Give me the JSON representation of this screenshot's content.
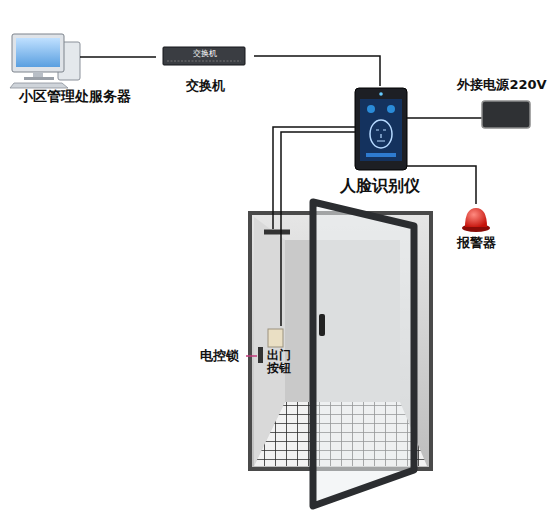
{
  "diagram": {
    "nodes": [
      {
        "text": [
          "小区管理处服务器"
        ]
      },
      {
        "text": [
          "交换机",
          "交换机"
        ]
      },
      {
        "text": [
          "人脸识别仪"
        ]
      },
      {
        "text": [
          "外接电源220V"
        ]
      },
      {
        "text": [
          "报警器"
        ]
      },
      {
        "text": [
          "出门 按钮"
        ]
      }
    ],
    "edges": [
      {
        "from": 0,
        "to": 1,
        "arrow": "none"
      },
      {
        "from": 1,
        "to": 2,
        "arrow": "none"
      },
      {
        "from": 2,
        "to": 3,
        "arrow": "none"
      },
      {
        "from": 2,
        "to": 4,
        "arrow": "none"
      },
      {
        "from": 2,
        "to": 5,
        "arrow": "none"
      }
    ],
    "labels": [
      "电控锁"
    ]
  }
}
